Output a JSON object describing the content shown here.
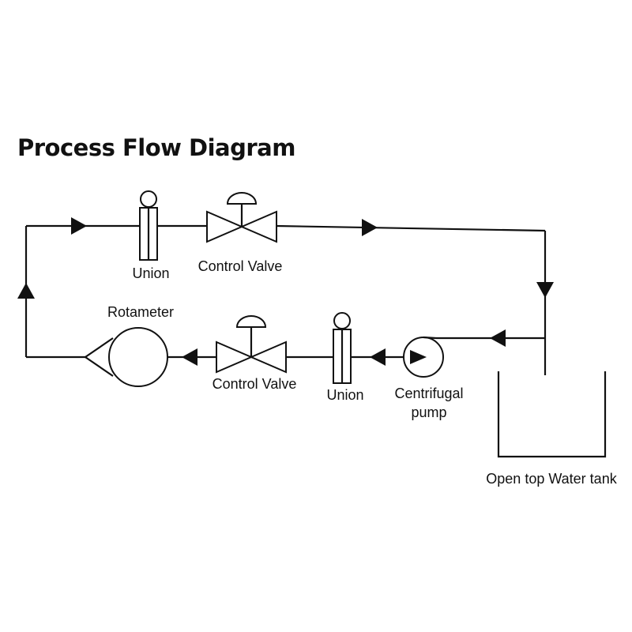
{
  "title": "Process Flow Diagram",
  "labels": {
    "union_top": "Union",
    "valve_top": "Control Valve",
    "rotameter": "Rotameter",
    "valve_bottom": "Control Valve",
    "union_bottom": "Union",
    "pump_line1": "Centrifugal",
    "pump_line2": "pump",
    "tank": "Open top Water tank"
  }
}
